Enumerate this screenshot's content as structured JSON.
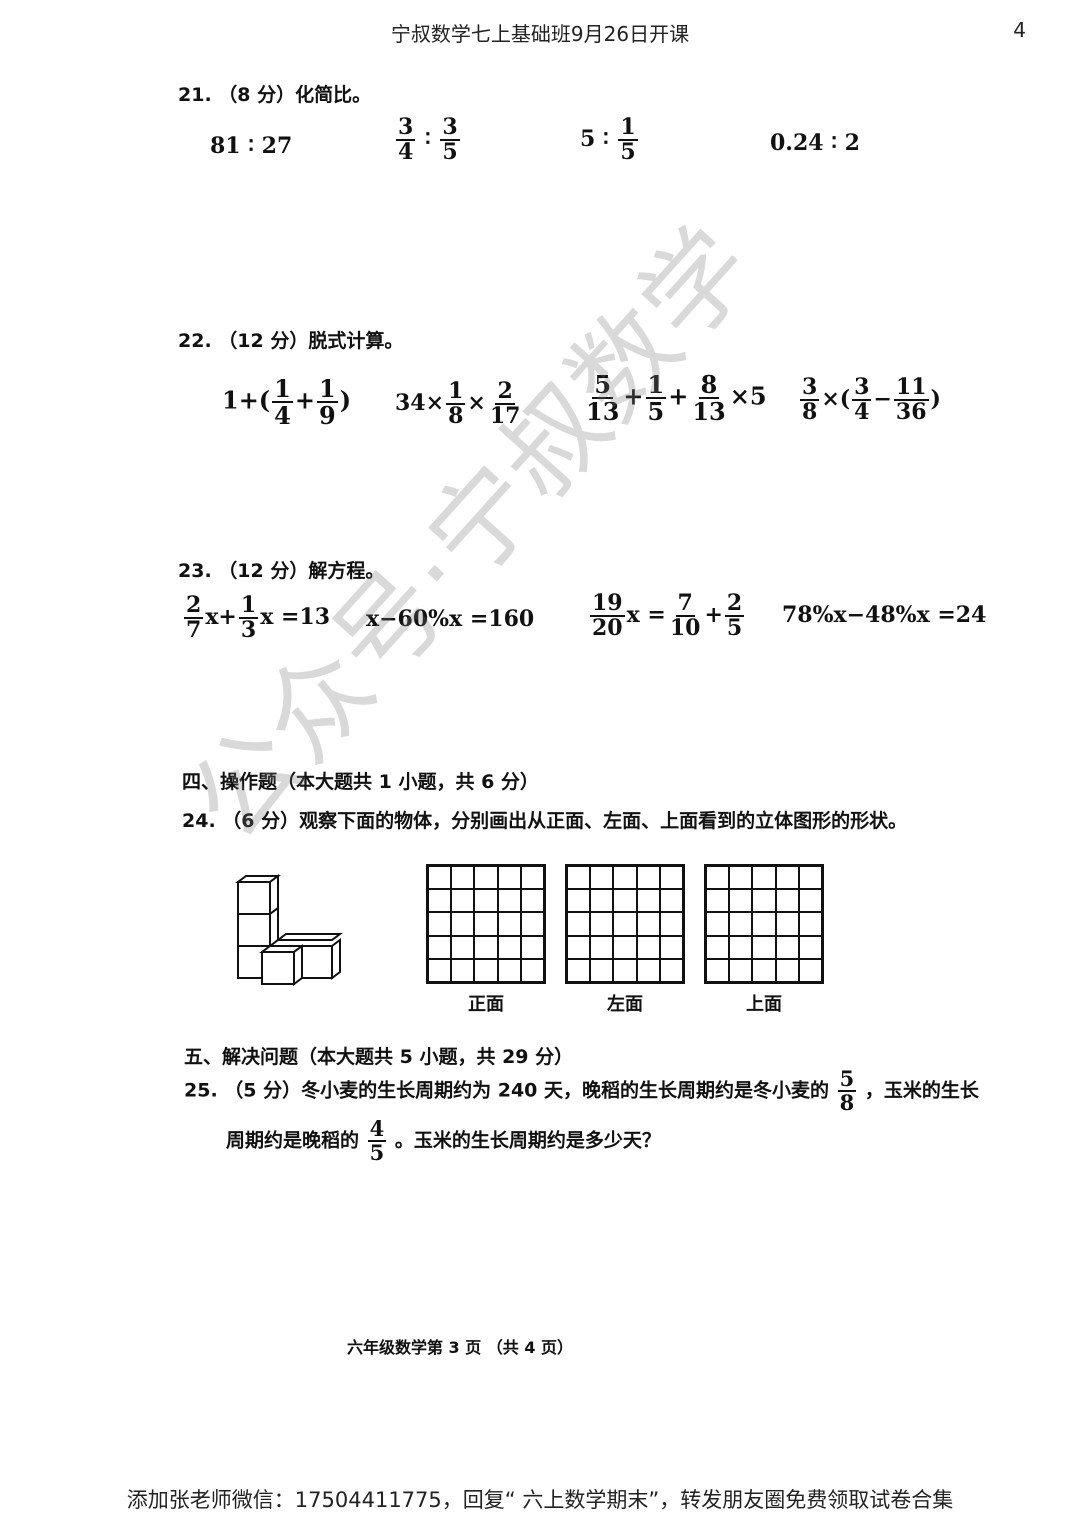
{
  "header": {
    "title": "宁叔数学七上基础班9月26日开课",
    "page_number": "4"
  },
  "q21": {
    "title": "21. （8 分）化简比。",
    "items": [
      {
        "a": "81 ∶ 27"
      },
      {
        "n1": "3",
        "d1": "4",
        "sep": "∶",
        "n2": "3",
        "d2": "5"
      },
      {
        "pre": "5 ∶",
        "n": "1",
        "d": "5"
      },
      {
        "a": "0.24 ∶ 2"
      }
    ]
  },
  "q22": {
    "title": "22. （12 分）脱式计算。",
    "e1": {
      "pre": "1+(",
      "n1": "1",
      "d1": "4",
      "op": "+",
      "n2": "1",
      "d2": "9",
      "post": ")"
    },
    "e2": {
      "pre": "34×",
      "n1": "1",
      "d1": "8",
      "op": "×",
      "n2": "2",
      "d2": "17"
    },
    "e3": {
      "n1": "5",
      "d1": "13",
      "op1": "+",
      "n2": "1",
      "d2": "5",
      "op2": "+",
      "n3": "8",
      "d3": "13",
      "post": "×5"
    },
    "e4": {
      "n1": "3",
      "d1": "8",
      "mid": "×(",
      "n2": "3",
      "d2": "4",
      "op": "−",
      "n3": "11",
      "d3": "36",
      "post": ")"
    }
  },
  "q23": {
    "title": "23. （12 分）解方程。",
    "e1": {
      "n1": "2",
      "d1": "7",
      "mid": "x+",
      "n2": "1",
      "d2": "3",
      "post": "x =13"
    },
    "e2": "x−60%x =160",
    "e3": {
      "n1": "19",
      "d1": "20",
      "mid": "x =",
      "n2": "7",
      "d2": "10",
      "op": "+",
      "n3": "2",
      "d3": "5"
    },
    "e4": "78%x−48%x =24"
  },
  "section4": {
    "title": "四、操作题（本大题共 1 小题，共 6 分）"
  },
  "q24": {
    "title": "24. （6 分）观察下面的物体，分别画出从正面、左面、上面看到的立体图形的形状。",
    "grid_labels": [
      "正面",
      "左面",
      "上面"
    ]
  },
  "section5": {
    "title": "五、解决问题（本大题共 5 小题，共 29 分）"
  },
  "q25": {
    "line1_a": "25. （5 分）冬小麦的生长周期约为 240 天，晚稻的生长周期约是冬小麦的",
    "frac1": {
      "n": "5",
      "d": "8"
    },
    "line1_b": "，玉米的生长",
    "line2_a": "周期约是晚稻的",
    "frac2": {
      "n": "4",
      "d": "5"
    },
    "line2_b": "。玉米的生长周期约是多少天？"
  },
  "page_footer": "六年级数学第 3 页 （共 4 页）",
  "watermark": "公众号·宁叔数学",
  "bottom_banner": "添加张老师微信：17504411775，回复“ 六上数学期末”，转发朋友圈免费领取试卷合集"
}
